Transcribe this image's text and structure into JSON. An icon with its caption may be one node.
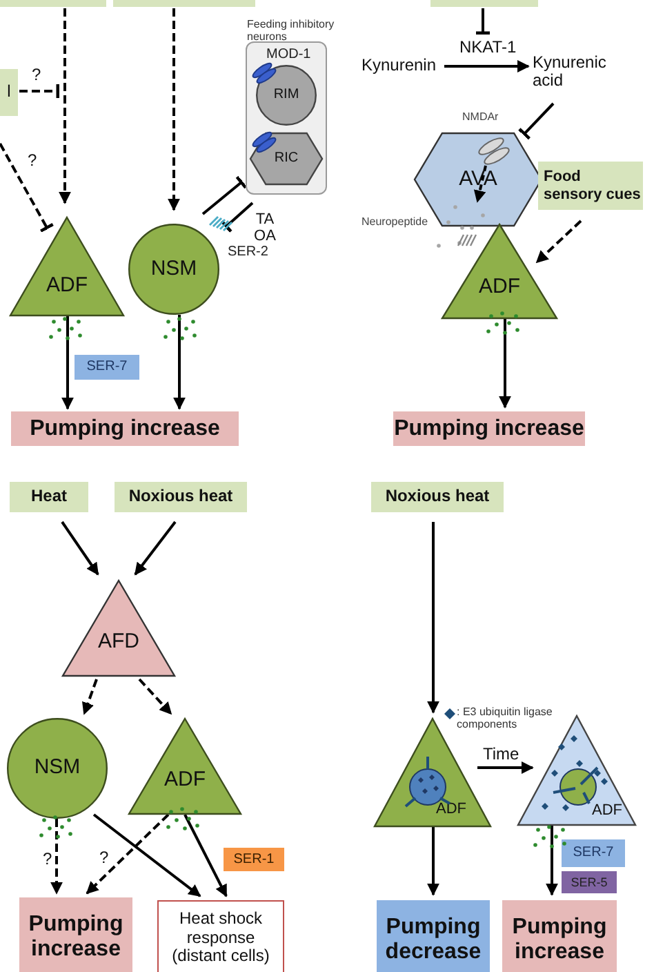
{
  "diagram": {
    "nodes": [
      {
        "text": [],
        "shape": "box"
      },
      {
        "text": [],
        "shape": "box"
      },
      {
        "text": [
          "l"
        ]
      },
      {
        "text": [
          "ADF"
        ]
      },
      {
        "text": [
          "NSM"
        ],
        "beside": [
          "SER-2"
        ]
      },
      {
        "text": [
          "Feeding inhibitory neurons"
        ]
      },
      {
        "text": [
          "RIM"
        ],
        "in": 5,
        "beside": [
          "MOD-1"
        ]
      },
      {
        "text": [
          "RIC"
        ],
        "in": 5
      },
      {
        "text": [
          "Pumping increase"
        ]
      },
      {
        "text": [
          "SER-7"
        ]
      },
      {
        "text": [
          "TA OA"
        ]
      },
      {
        "text": [],
        "shape": "box"
      },
      {
        "text": [
          "Kynurenin"
        ]
      },
      {
        "text": [
          "Kynurenic acid"
        ]
      },
      {
        "text": [
          "AVA"
        ]
      },
      {
        "text": [
          "Food sensory cues"
        ]
      },
      {
        "text": [
          "ADF"
        ]
      },
      {
        "text": [
          "Pumping increase"
        ]
      },
      {
        "text": [
          "Heat"
        ]
      },
      {
        "text": [
          "Noxious heat"
        ]
      },
      {
        "text": [
          "AFD"
        ]
      },
      {
        "text": [
          "NSM"
        ]
      },
      {
        "text": [
          "ADF"
        ]
      },
      {
        "text": [
          "Pumping increase"
        ]
      },
      {
        "text": [
          "Heat shock response (distant cells)"
        ]
      },
      {
        "text": [
          "SER-1"
        ]
      },
      {
        "text": [
          "Noxious heat"
        ]
      },
      {
        "text": [
          "ADF"
        ]
      },
      {
        "text": [
          "ADF"
        ]
      },
      {
        "text": [
          "Pumping decrease"
        ]
      },
      {
        "text": [
          "Pumping increase"
        ]
      },
      {
        "text": [
          "SER-7"
        ]
      },
      {
        "text": [
          "SER-5"
        ]
      }
    ],
    "edges": [
      {
        "from": 0,
        "to": 3,
        "arrow": "to",
        "style": "dashed"
      },
      {
        "from": 1,
        "to": 4,
        "arrow": "to",
        "style": "dashed"
      },
      {
        "from": 2,
        "to": null,
        "arrow": "other",
        "style": "dashed",
        "label": "?"
      },
      {
        "from": null,
        "to": 3,
        "arrow": "other",
        "style": "dashed",
        "label": "?"
      },
      {
        "from": 4,
        "to": 5,
        "arrow": "other"
      },
      {
        "from": 10,
        "to": 4,
        "arrow": "other"
      },
      {
        "from": 3,
        "to": 8,
        "arrow": "to"
      },
      {
        "from": 4,
        "to": 8,
        "arrow": "to"
      },
      {
        "from": 11,
        "to": null,
        "arrow": "other"
      },
      {
        "from": 12,
        "to": 13,
        "arrow": "to",
        "label": "NKAT-1"
      },
      {
        "from": 13,
        "to": 14,
        "arrow": "other"
      },
      {
        "from": 15,
        "to": 16,
        "arrow": "to",
        "style": "dashed"
      },
      {
        "from": 16,
        "to": 17,
        "arrow": "to"
      },
      {
        "from": 18,
        "to": 20,
        "arrow": "to"
      },
      {
        "from": 19,
        "to": 20,
        "arrow": "to"
      },
      {
        "from": 20,
        "to": 21,
        "arrow": "to",
        "style": "dashed"
      },
      {
        "from": 20,
        "to": 22,
        "arrow": "to",
        "style": "dashed"
      },
      {
        "from": 21,
        "to": 23,
        "arrow": "to",
        "style": "dashed",
        "label": "?"
      },
      {
        "from": 22,
        "to": 23,
        "arrow": "to",
        "style": "dashed",
        "label": "?"
      },
      {
        "from": 21,
        "to": 24,
        "arrow": "to"
      },
      {
        "from": 22,
        "to": 24,
        "arrow": "to"
      },
      {
        "from": 26,
        "to": 27,
        "arrow": "to"
      },
      {
        "from": 27,
        "to": 28,
        "arrow": "to",
        "label": "Time"
      },
      {
        "from": 27,
        "to": 29,
        "arrow": "to"
      },
      {
        "from": 28,
        "to": 30,
        "arrow": "to"
      }
    ],
    "labels": [
      "NMDAr",
      "Neuropeptide"
    ],
    "legend": [
      {
        "text": ": E3 ubiquitin ligase components"
      }
    ]
  }
}
